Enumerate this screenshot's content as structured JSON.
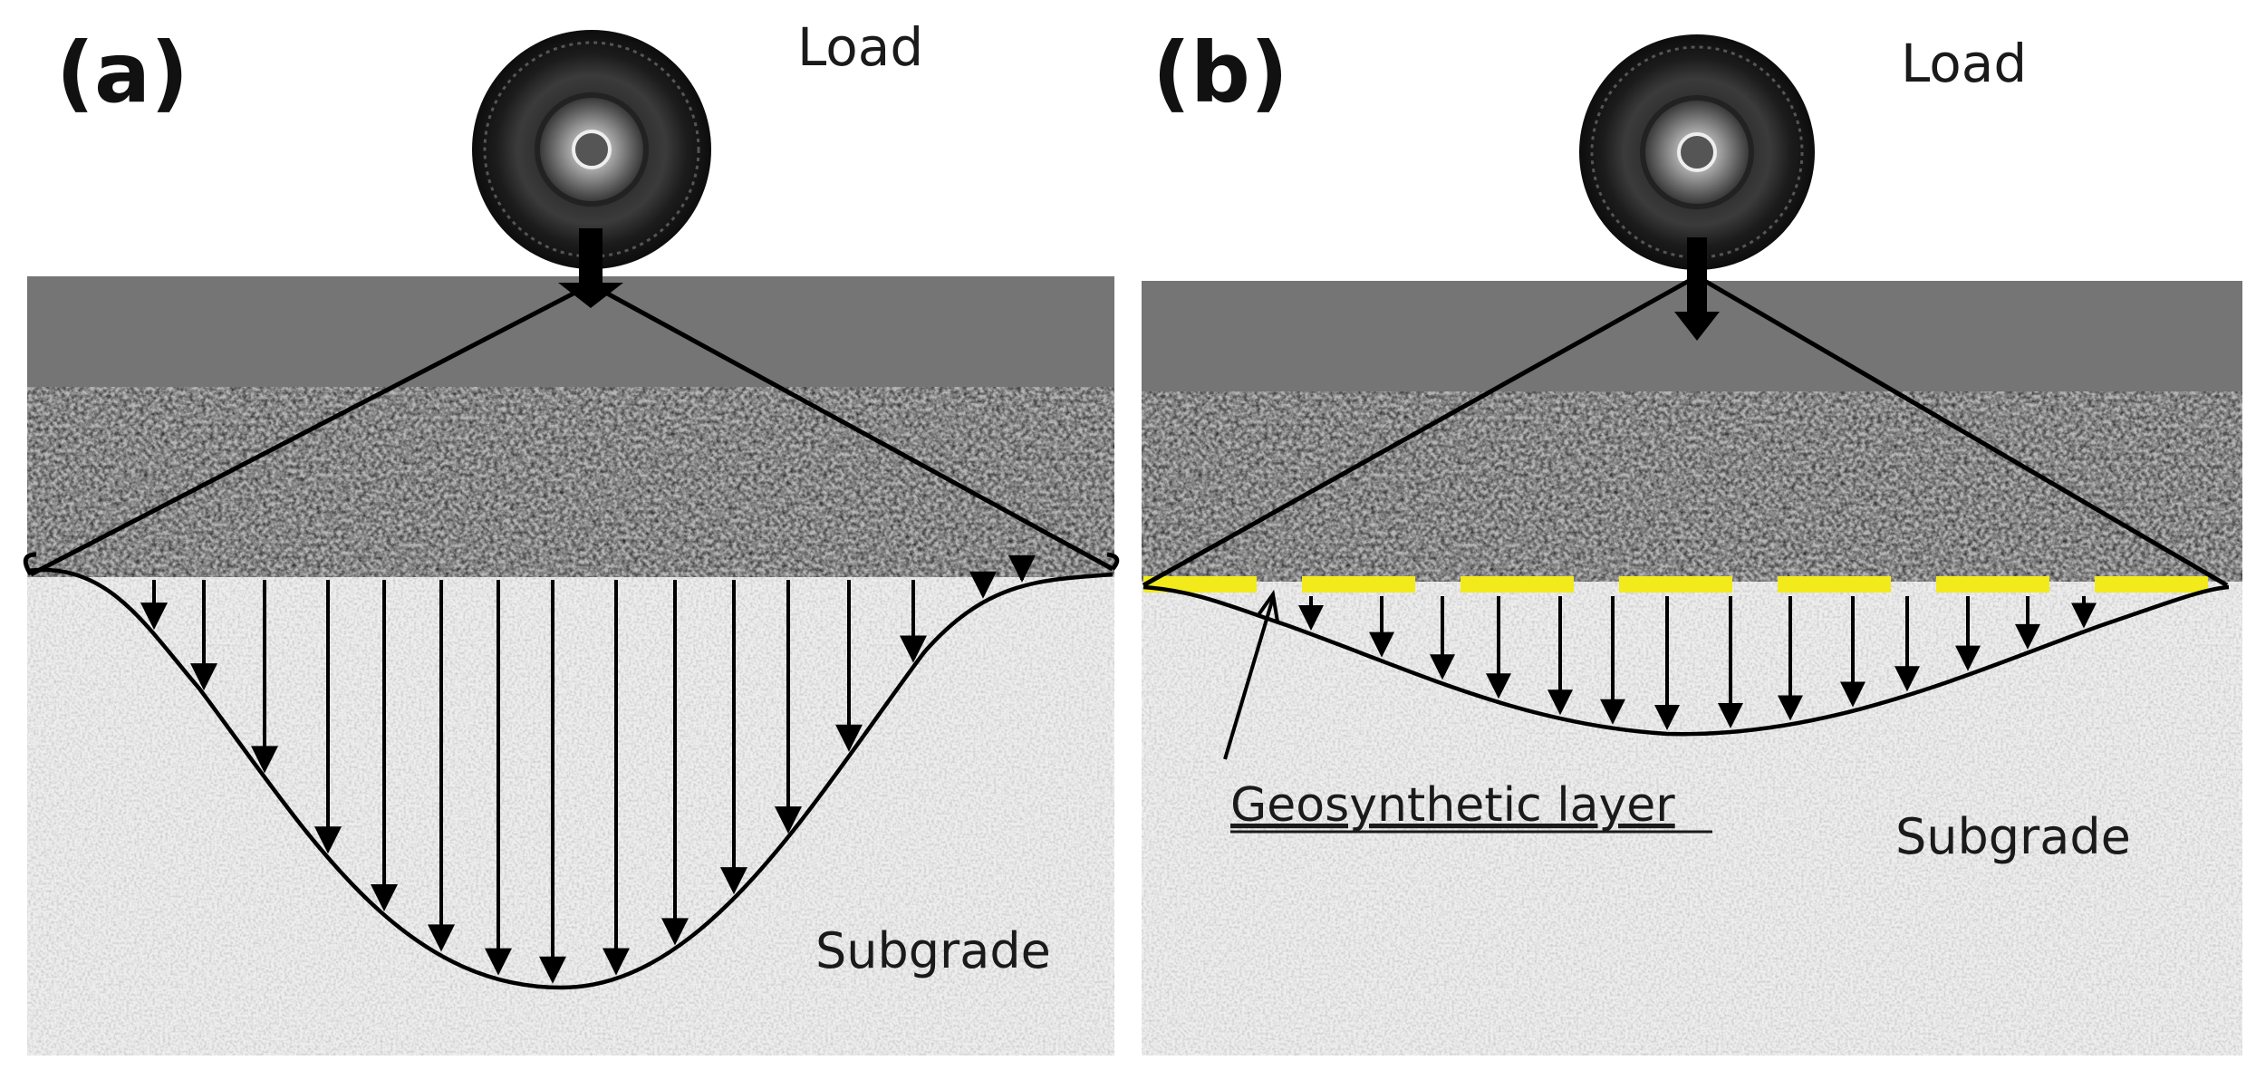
{
  "panels": [
    {
      "id": "a",
      "letter": "(a)",
      "load_label": "Load",
      "subgrade_label": "Subgrade",
      "geosynthetic_label": null
    },
    {
      "id": "b",
      "letter": "(b)",
      "load_label": "Load",
      "subgrade_label": "Subgrade",
      "geosynthetic_label": "Geosynthetic layer"
    }
  ],
  "colors": {
    "asphalt": "#757575",
    "base_course": "#8a8a8a",
    "subgrade": "#e9e9e9",
    "geosynthetic": "#f2ea1a",
    "lines": "#000000"
  },
  "icons": {
    "wheel": "tire-wheel-icon"
  }
}
